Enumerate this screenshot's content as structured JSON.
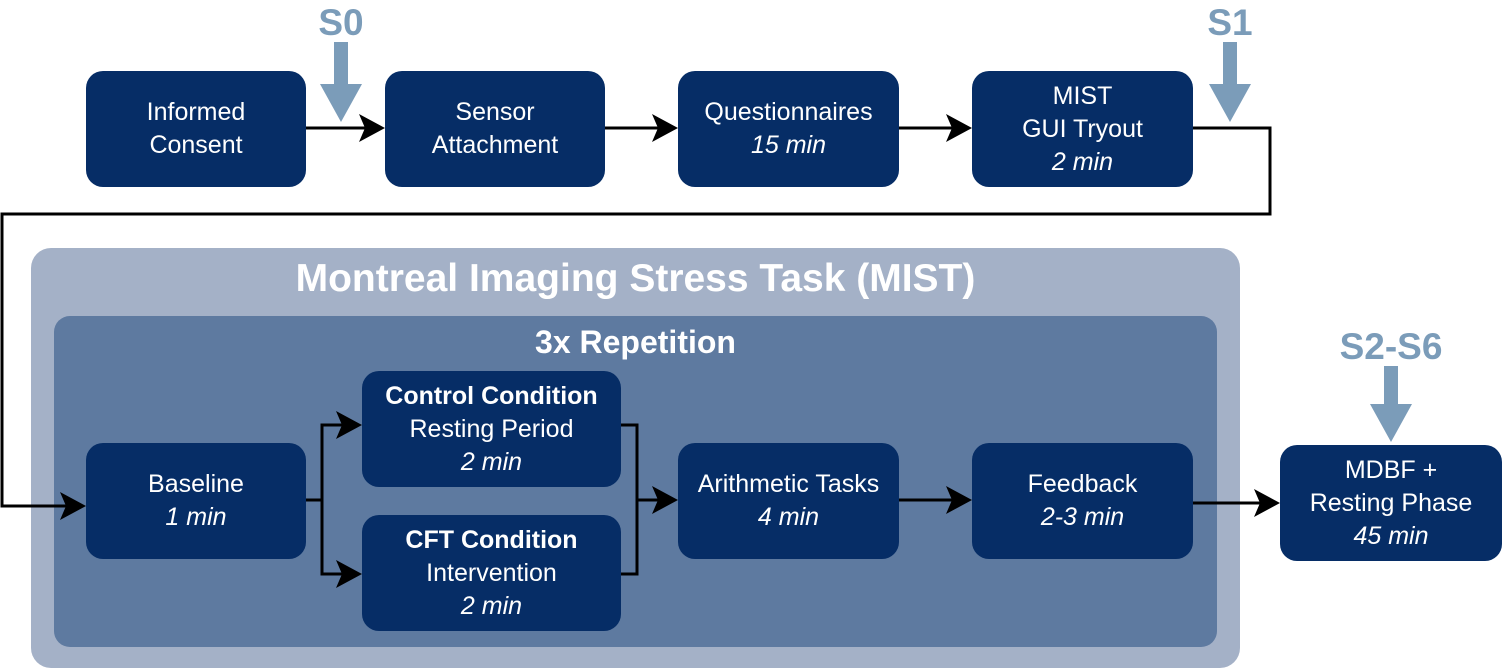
{
  "colors": {
    "node": "#062d66",
    "outer_panel": "#a4b1c7",
    "inner_panel": "#5e7aa0",
    "stage_marker": "#7b9cb9",
    "connector": "#000000"
  },
  "markers": {
    "s0": "S0",
    "s1": "S1",
    "s2_s6": "S2-S6"
  },
  "groups": {
    "mist_title": "Montreal Imaging Stress Task (MIST)",
    "repetition_title": "3x Repetition"
  },
  "nodes": {
    "informed_consent": {
      "line1": "Informed",
      "line2": "Consent"
    },
    "sensor_attachment": {
      "line1": "Sensor",
      "line2": "Attachment"
    },
    "questionnaires": {
      "label": "Questionnaires",
      "duration": "15 min"
    },
    "mist_gui_tryout": {
      "line1": "MIST",
      "line2": "GUI Tryout",
      "duration": "2 min"
    },
    "baseline": {
      "label": "Baseline",
      "duration": "1 min"
    },
    "control_condition": {
      "title": "Control Condition",
      "label": "Resting Period",
      "duration": "2 min"
    },
    "cft_condition": {
      "title": "CFT Condition",
      "label": "Intervention",
      "duration": "2 min"
    },
    "arithmetic_tasks": {
      "label": "Arithmetic Tasks",
      "duration": "4 min"
    },
    "feedback": {
      "label": "Feedback",
      "duration": "2-3 min"
    },
    "mdbf_resting": {
      "line1": "MDBF +",
      "line2": "Resting Phase",
      "duration": "45 min"
    }
  }
}
